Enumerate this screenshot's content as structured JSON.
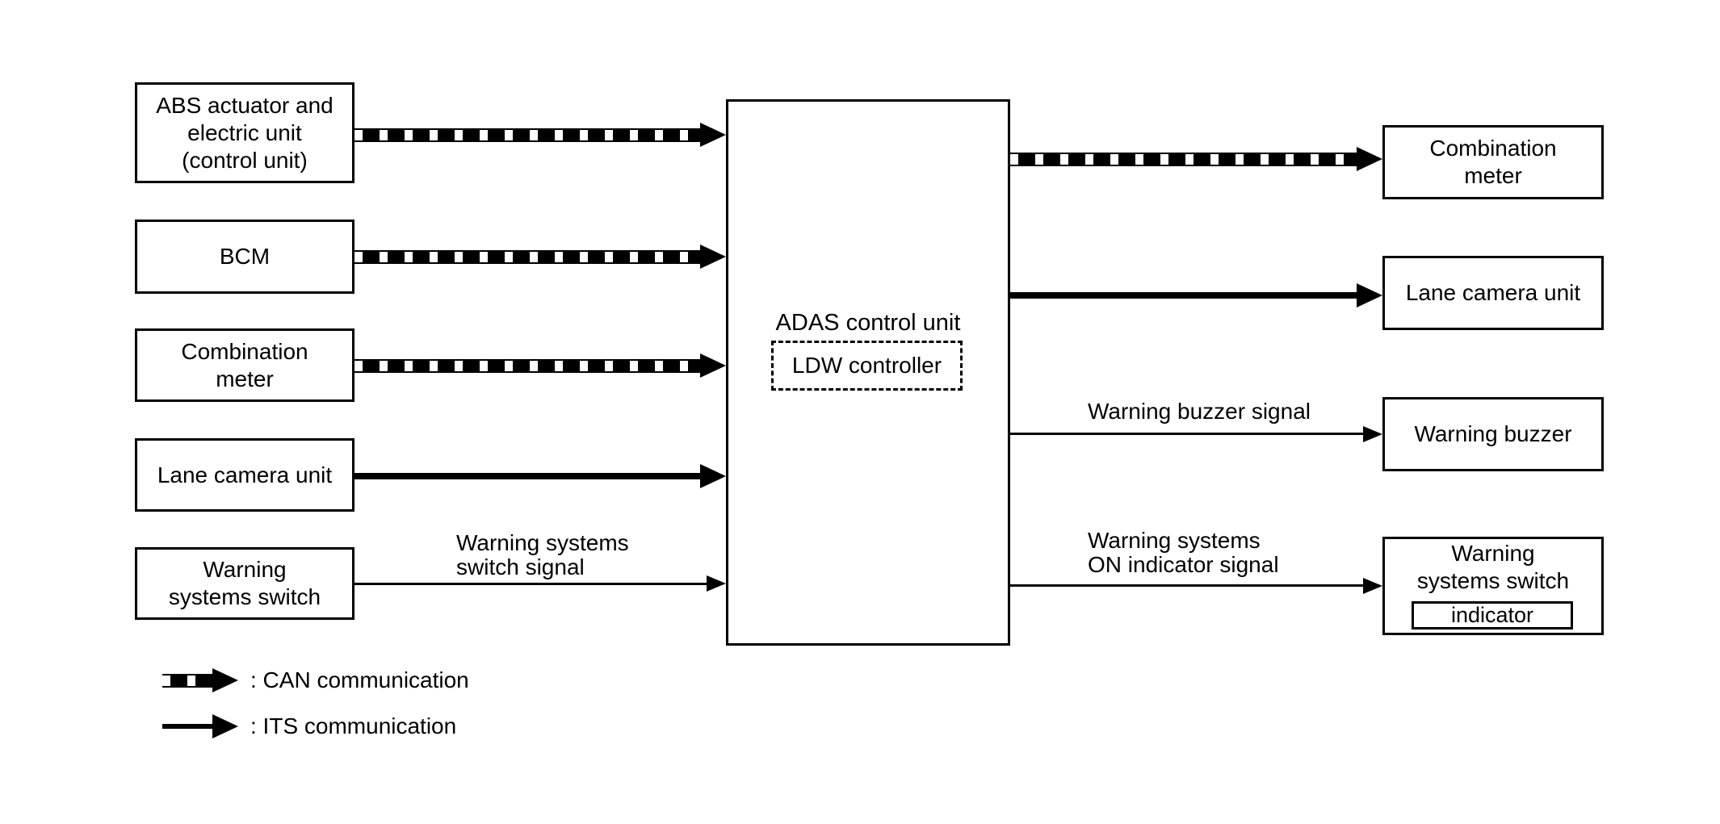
{
  "left_column": [
    {
      "label": "ABS actuator and\nelectric unit\n(control unit)",
      "connection_type": "CAN"
    },
    {
      "label": "BCM",
      "connection_type": "CAN"
    },
    {
      "label": "Combination\nmeter",
      "connection_type": "CAN"
    },
    {
      "label": "Lane camera unit",
      "connection_type": "ITS"
    },
    {
      "label": "Warning\nsystems switch",
      "connection_type": "signal",
      "signal_label": "Warning systems\nswitch signal"
    }
  ],
  "center_unit": {
    "label": "ADAS control unit",
    "controller_label": "LDW controller"
  },
  "right_column": [
    {
      "label": "Combination\nmeter",
      "connection_type": "CAN"
    },
    {
      "label": "Lane camera unit",
      "connection_type": "ITS"
    },
    {
      "label": "Warning buzzer",
      "connection_type": "signal",
      "signal_label": "Warning buzzer signal"
    },
    {
      "label": "Warning\nsystems switch",
      "indicator_label": "indicator",
      "connection_type": "signal",
      "signal_label": "Warning systems\nON indicator signal"
    }
  ],
  "legend": [
    {
      "arrow_style": "CAN-dashed",
      "label": ": CAN communication"
    },
    {
      "arrow_style": "ITS-solid",
      "label": ": ITS communication"
    }
  ],
  "colors": {
    "line": "#000000",
    "background": "#ffffff",
    "text": "#000000"
  }
}
